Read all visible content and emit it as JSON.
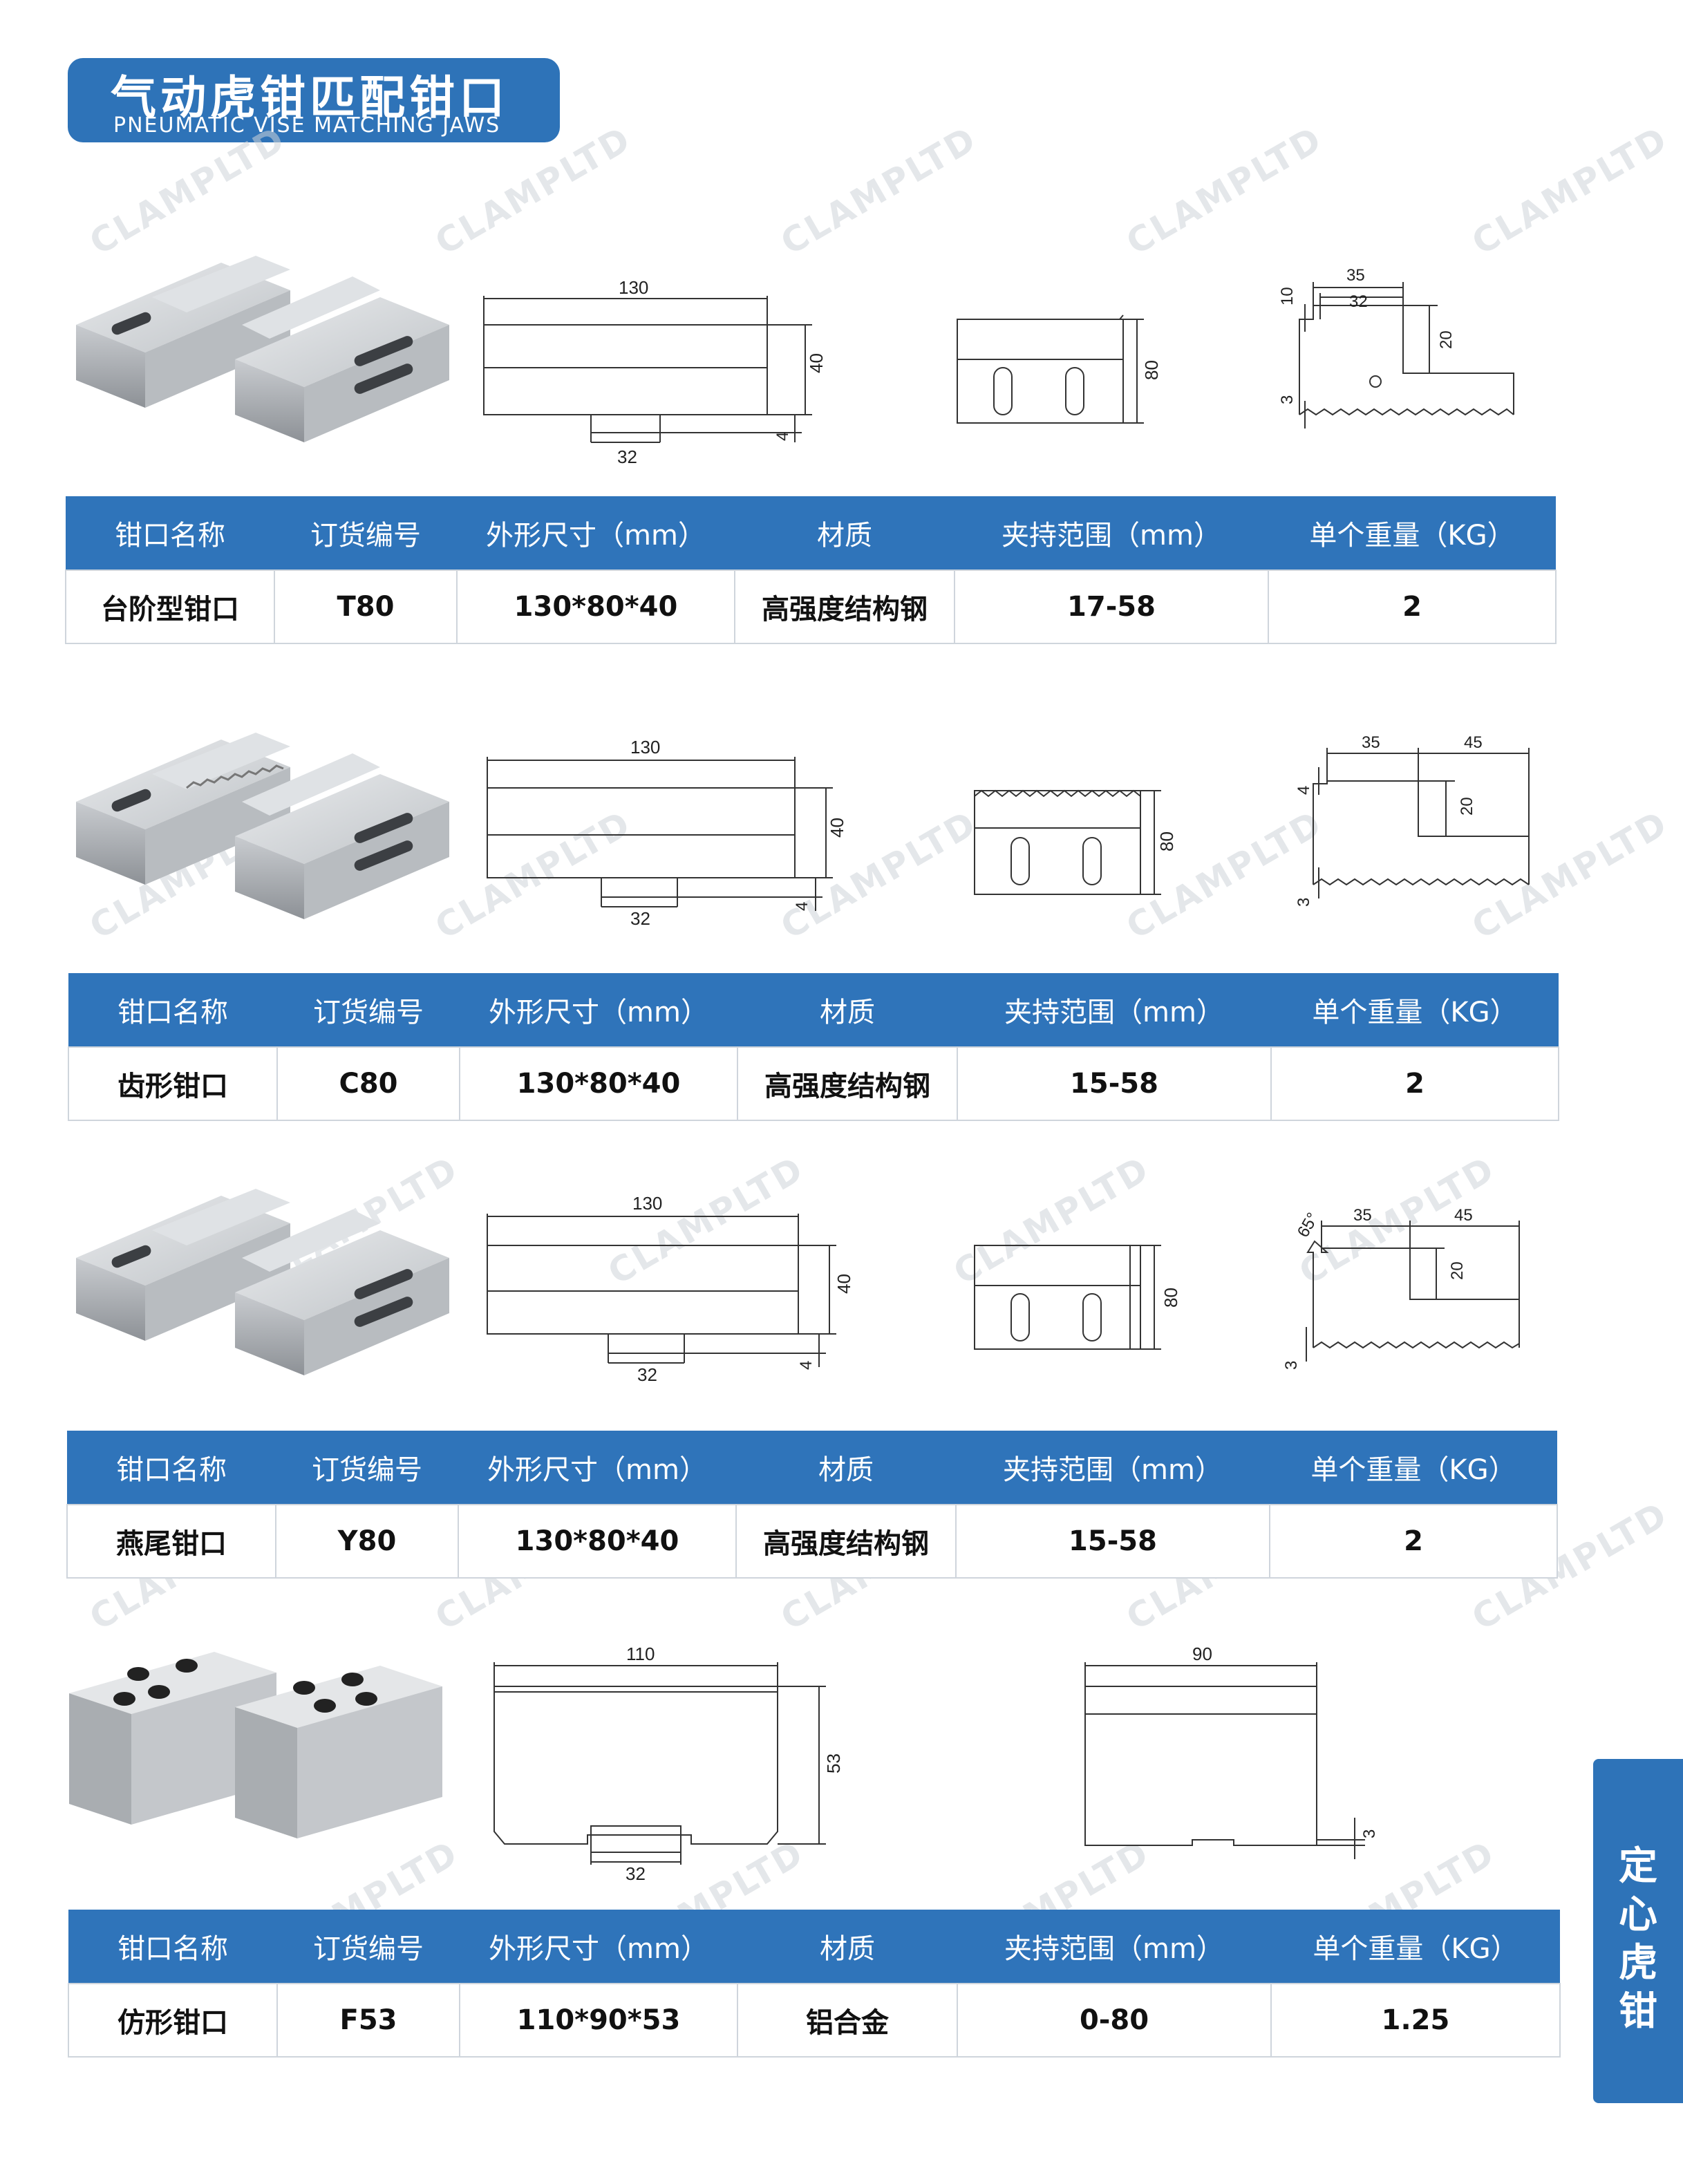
{
  "header": {
    "title_cn": "气动虎钳匹配钳口",
    "title_en": "PNEUMATIC VISE MATCHING JAWS"
  },
  "watermark_text": "CLAMPLTD",
  "table_headers": [
    "钳口名称",
    "订货编号",
    "外形尺寸（mm）",
    "材质",
    "夹持范围（mm）",
    "单个重量（KG）"
  ],
  "products": [
    {
      "name": "台阶型钳口",
      "code": "T80",
      "size": "130*80*40",
      "material": "高强度结构钢",
      "range": "17-58",
      "weight": "2",
      "dims": {
        "length": "130",
        "slot": "32",
        "height": "40",
        "offset": "4",
        "width": "80",
        "step_a": "35",
        "step_b": "32",
        "step_h": "20",
        "top": "10",
        "base": "3"
      }
    },
    {
      "name": "齿形钳口",
      "code": "C80",
      "size": "130*80*40",
      "material": "高强度结构钢",
      "range": "15-58",
      "weight": "2",
      "dims": {
        "length": "130",
        "slot": "32",
        "height": "40",
        "offset": "4",
        "width": "80",
        "step_a": "35",
        "step_b": "45",
        "step_h": "20",
        "top": "4",
        "base": "3"
      }
    },
    {
      "name": "燕尾钳口",
      "code": "Y80",
      "size": "130*80*40",
      "material": "高强度结构钢",
      "range": "15-58",
      "weight": "2",
      "dims": {
        "length": "130",
        "slot": "32",
        "height": "40",
        "offset": "4",
        "width": "80",
        "step_a": "35",
        "step_b": "45",
        "step_h": "20",
        "angle": "65°",
        "base": "3"
      }
    },
    {
      "name": "仿形钳口",
      "code": "F53",
      "size": "110*90*53",
      "material": "铝合金",
      "range": "0-80",
      "weight": "1.25",
      "dims": {
        "length": "110",
        "slot": "32",
        "height": "53",
        "width": "90",
        "base": "3"
      }
    }
  ],
  "side_tab": [
    "定",
    "心",
    "虎",
    "钳"
  ]
}
